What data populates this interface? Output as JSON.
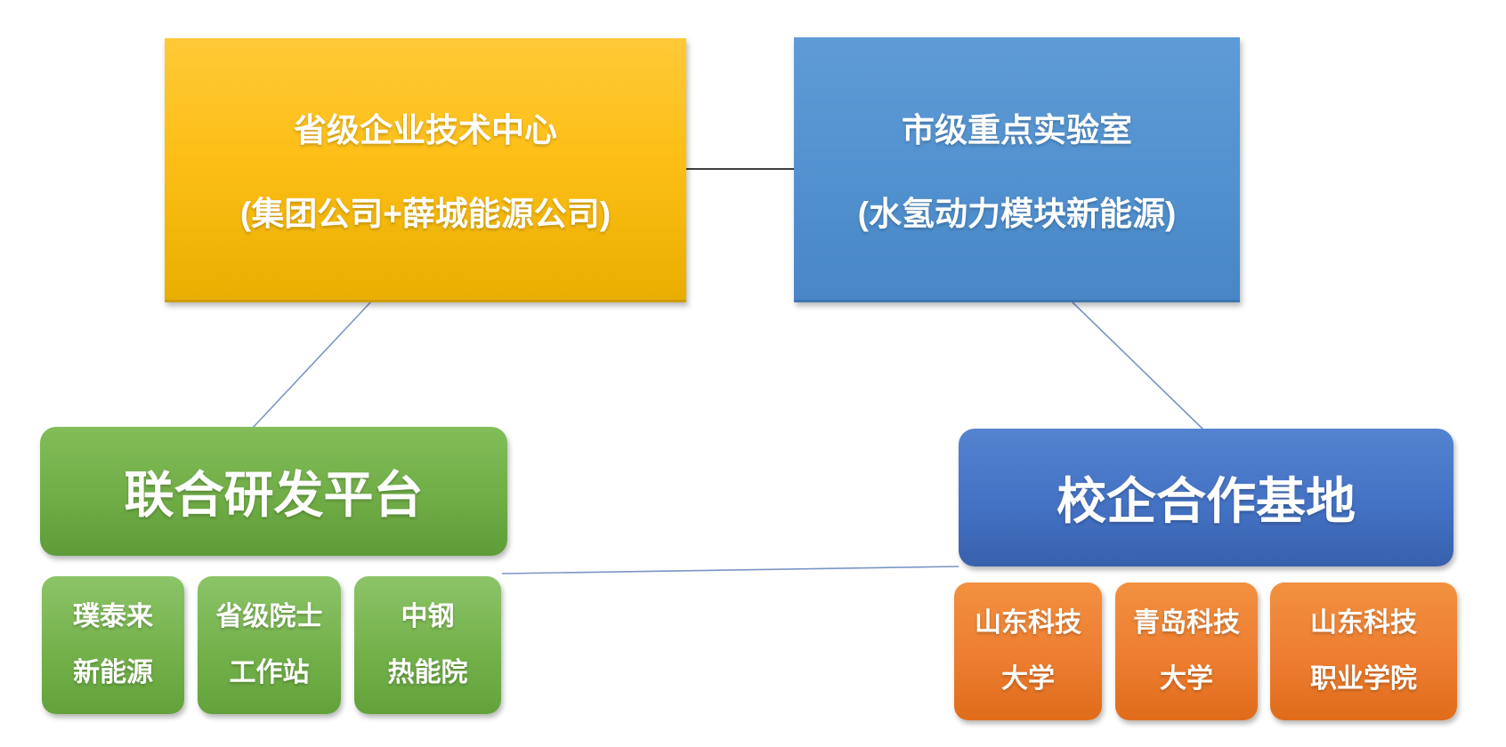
{
  "diagram": {
    "type": "org-relationship-diagram",
    "colors": {
      "tech_center_gold": "#fdbf17",
      "key_lab_blue": "#5191cf",
      "rd_platform_green": "#70ad47",
      "coop_base_blue": "#4472c4",
      "child_green": "#74b14b",
      "child_orange": "#ed7d31",
      "connector_dark": "#3f3f3f",
      "connector_blue": "#7b95c4",
      "text": "#ffffff"
    },
    "nodes": {
      "tech_center": {
        "line1": "省级企业技术中心",
        "line2": "(集团公司+薛城能源公司)"
      },
      "key_lab": {
        "line1": "市级重点实验室",
        "line2": "(水氢动力模块新能源)"
      },
      "rd_platform": {
        "label": "联合研发平台"
      },
      "coop_base": {
        "label": "校企合作基地"
      },
      "rd_children": [
        {
          "line1": "璞泰来",
          "line2": "新能源"
        },
        {
          "line1": "省级院士",
          "line2": "工作站"
        },
        {
          "line1": "中钢",
          "line2": "热能院"
        }
      ],
      "coop_children": [
        {
          "line1": "山东科技",
          "line2": "大学"
        },
        {
          "line1": "青岛科技",
          "line2": "大学"
        },
        {
          "line1": "山东科技",
          "line2": "职业学院"
        }
      ]
    }
  }
}
